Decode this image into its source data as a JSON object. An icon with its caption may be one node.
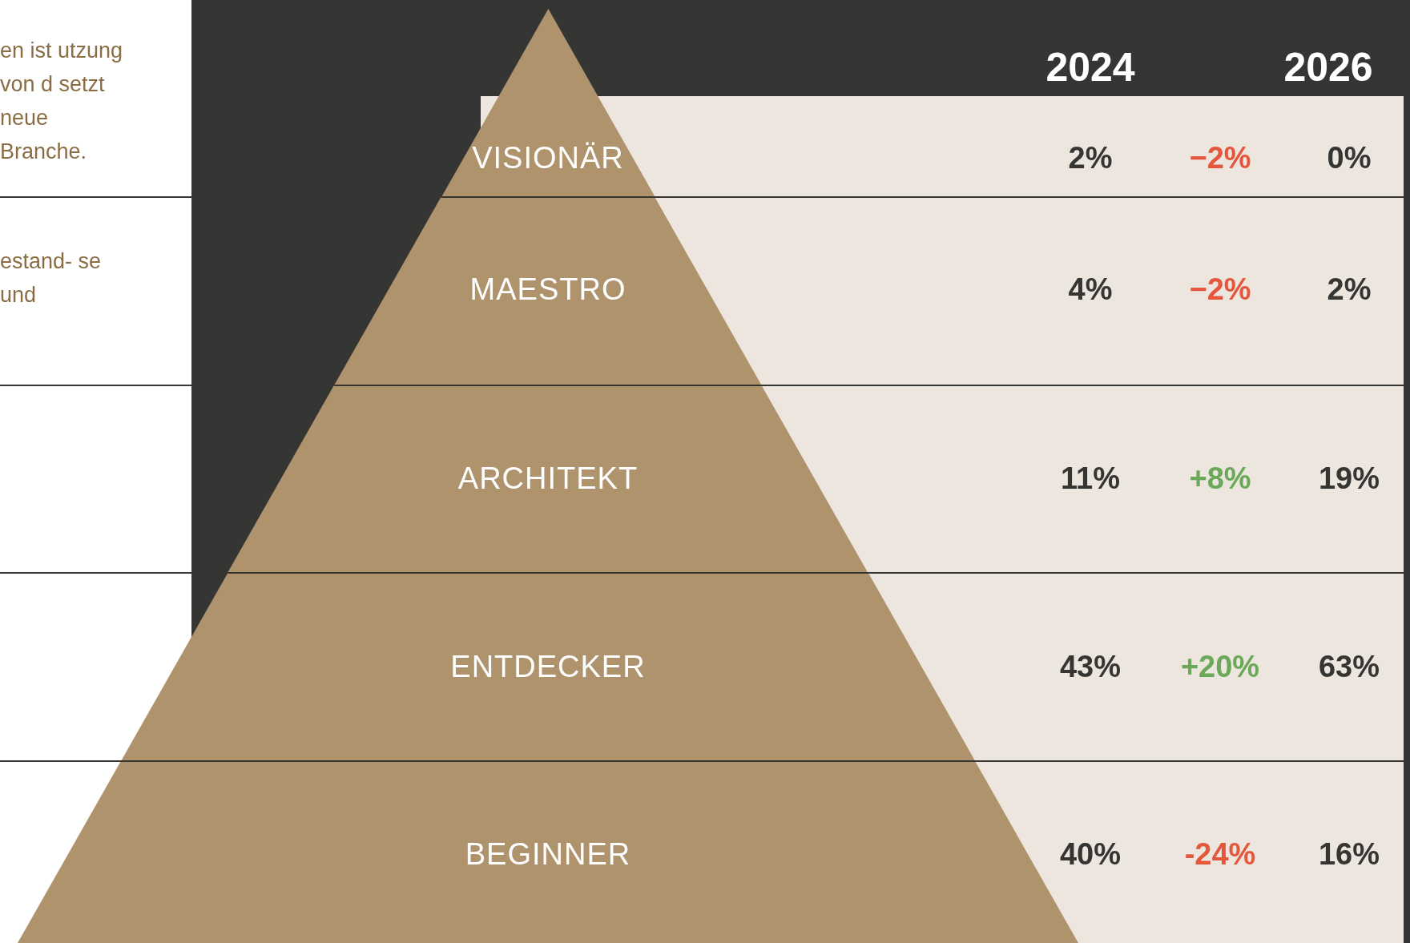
{
  "diagram": {
    "nodes": [
      {
        "text": [
          "VISIONÄR"
        ]
      },
      {
        "text": [
          "MAESTRO"
        ]
      },
      {
        "text": [
          "ARCHITEKT"
        ]
      },
      {
        "text": [
          "ENTDECKER"
        ]
      },
      {
        "text": [
          "BEGINNER"
        ]
      }
    ],
    "labels": [
      "en ist utzung von d setzt neue Branche.",
      "2024",
      "2026",
      "estand- se und",
      "2%",
      "−2%",
      "0%",
      "4%",
      "−2%",
      "2%",
      "11%",
      "+8%",
      "19%",
      "43%",
      "+20%",
      "63%",
      "40%",
      "-24%",
      "16%"
    ]
  }
}
